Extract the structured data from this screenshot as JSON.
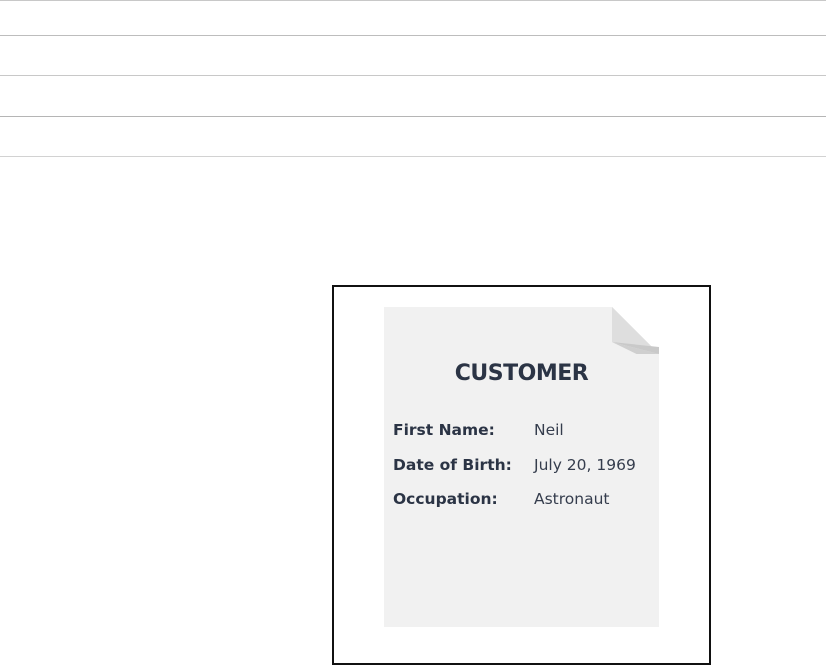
{
  "ruled_lines_count": 5,
  "document": {
    "title": "CUSTOMER",
    "fields": [
      {
        "label": "First Name:",
        "value": "Neil"
      },
      {
        "label": "Date of Birth:",
        "value": "July 20, 1969"
      },
      {
        "label": "Occupation:",
        "value": "Astronaut"
      }
    ]
  },
  "colors": {
    "paper": "#f1f1f1",
    "text": "#2b3445",
    "frame": "#111111",
    "rule": "#c8c8c8",
    "fold": "#d0d0d0"
  }
}
